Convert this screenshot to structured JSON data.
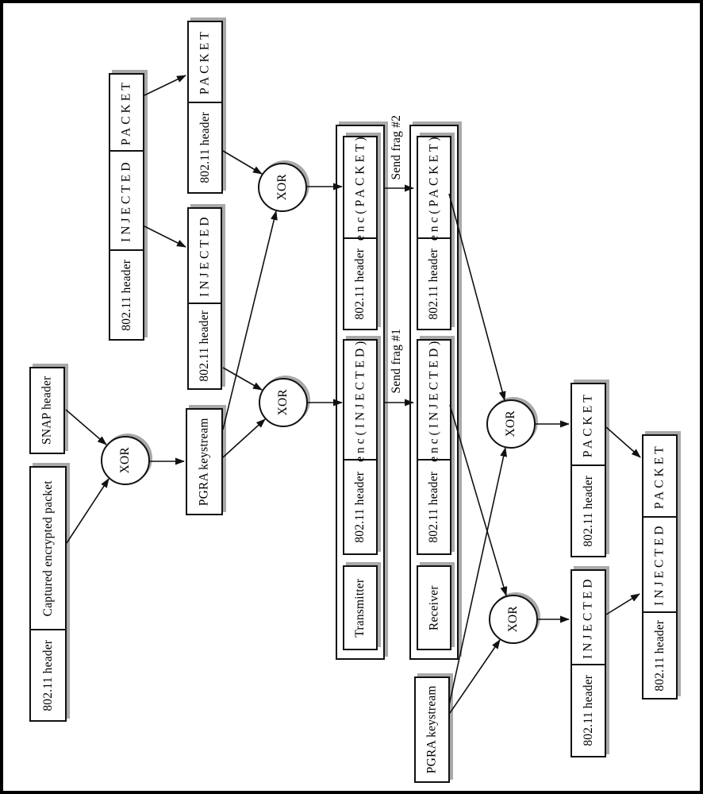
{
  "labels": {
    "xor": "XOR",
    "send_frag_1": "Send frag #1",
    "send_frag_2": "Send frag #2"
  },
  "nodes": {
    "plain_injected_packet": {
      "segments": [
        "802.11 header",
        "INJECTED",
        "PACKET"
      ]
    },
    "header_packet_frame": {
      "segments": [
        "802.11 header",
        "PACKET"
      ]
    },
    "header_injected_frame": {
      "segments": [
        "802.11 header",
        "INJECTED"
      ]
    },
    "snap_header": {
      "label": "SNAP header"
    },
    "captured_packet": {
      "segments": [
        "802.11 header",
        "Captured encrypted packet"
      ]
    },
    "pgra_keystream_1": {
      "label": "PGRA keystream"
    },
    "pgra_keystream_2": {
      "label": "PGRA keystream"
    },
    "transmitter": {
      "label": "Transmitter",
      "frag2": {
        "segments": [
          "802.11 header",
          "enc(PACKET)"
        ]
      },
      "frag1": {
        "segments": [
          "802.11 header",
          "enc(INJECTED)"
        ]
      }
    },
    "receiver": {
      "label": "Receiver",
      "frag2": {
        "segments": [
          "802.11 header",
          "enc(PACKET)"
        ]
      },
      "frag1": {
        "segments": [
          "802.11 header",
          "enc(INJECTED)"
        ]
      }
    },
    "decoded_packet": {
      "segments": [
        "802.11 header",
        "PACKET"
      ]
    },
    "decoded_injected": {
      "segments": [
        "802.11 header",
        "INJECTED"
      ]
    },
    "reassembled_packet": {
      "segments": [
        "802.11 header",
        "INJECTED",
        "PACKET"
      ]
    }
  },
  "colors": {
    "line": "#111111",
    "shadow": "#a9a9a9",
    "background": "#ffffff"
  }
}
